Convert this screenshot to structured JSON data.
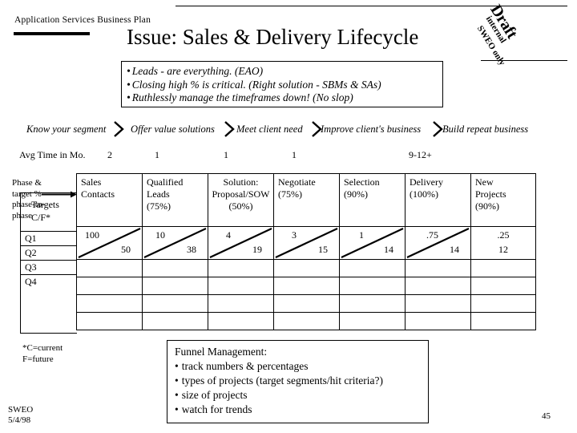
{
  "header": {
    "kicker": "Application Services Business Plan",
    "title": "Issue: Sales & Delivery Lifecycle"
  },
  "watermark": {
    "line1": "Draft",
    "line2": "internal",
    "line3": "SWEO only"
  },
  "bullets": [
    "Leads - are everything.  (EAO)",
    "Closing high % is critical. (Right solution - SBMs & SAs)",
    "Ruthlessly manage the timeframes down!   (No slop)"
  ],
  "phase_band": {
    "phases": [
      "Know your segment",
      "Offer value solutions",
      "Meet client need",
      "Improve client's business",
      "Build repeat business"
    ]
  },
  "avg_time": {
    "label": "Avg Time in Mo.",
    "values": [
      "2",
      "1",
      "1",
      "1",
      "9-12+"
    ]
  },
  "side_label": "Phase & target % phase-to-phase",
  "stub": {
    "targets_line1": "Targets",
    "targets_line2": "C/F*",
    "quarters": [
      "Q1",
      "Q2",
      "Q3",
      "Q4"
    ]
  },
  "table": {
    "columns": [
      {
        "name_line1": "Sales",
        "name_line2": "Contacts",
        "name_line3": ""
      },
      {
        "name_line1": "Qualified",
        "name_line2": "Leads",
        "name_line3": "(75%)"
      },
      {
        "name_line1": "Solution:",
        "name_line2": "Proposal/SOW",
        "name_line3": "(50%)"
      },
      {
        "name_line1": "Negotiate",
        "name_line2": "(75%)",
        "name_line3": ""
      },
      {
        "name_line1": "Selection",
        "name_line2": "(90%)",
        "name_line3": ""
      },
      {
        "name_line1": "Delivery",
        "name_line2": "(100%)",
        "name_line3": ""
      },
      {
        "name_line1": "New",
        "name_line2": "Projects",
        "name_line3": "(90%)"
      }
    ],
    "targets": [
      {
        "current": "100",
        "future": "50",
        "diagonal": true
      },
      {
        "current": "10",
        "future": "38",
        "diagonal": true
      },
      {
        "current": "4",
        "future": "19",
        "diagonal": true
      },
      {
        "current": "3",
        "future": "15",
        "diagonal": true
      },
      {
        "current": "1",
        "future": "14",
        "diagonal": true
      },
      {
        "current": ".75",
        "future": "14",
        "diagonal": true
      },
      {
        "current": ".25",
        "future": "12",
        "diagonal": false
      }
    ]
  },
  "footnote": {
    "line1": "*C=current",
    "line2": "F=future"
  },
  "funnel": {
    "title": "Funnel Management:",
    "items": [
      "track numbers & percentages",
      "types of projects (target segments/hit criteria?)",
      "size of projects",
      "watch for trends"
    ]
  },
  "footer": {
    "org": "SWEO",
    "date": "5/4/98",
    "page": "45"
  },
  "colors": {
    "ink": "#000000",
    "paper": "#ffffff"
  }
}
